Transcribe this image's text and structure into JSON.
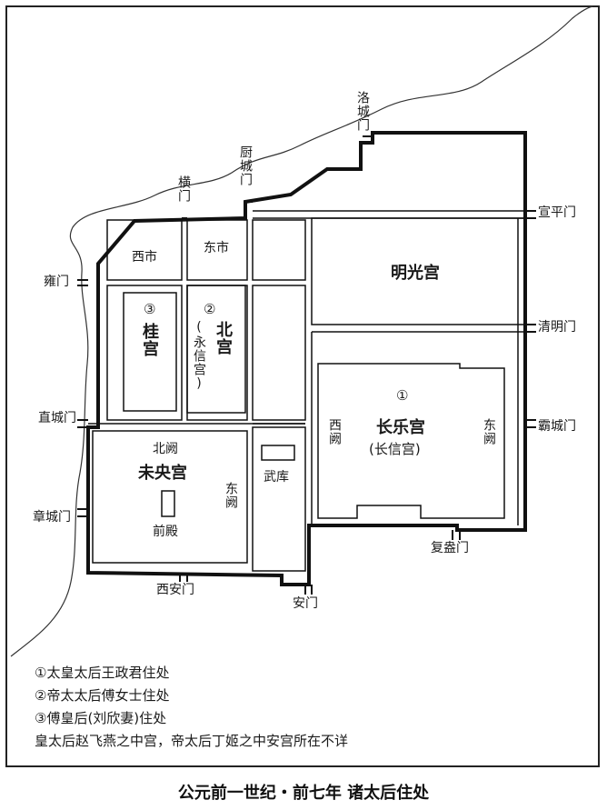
{
  "gates": {
    "luocheng": "洛城门",
    "chucheng": "厨城门",
    "heng": "横门",
    "yong": "雍门",
    "zhicheng": "直城门",
    "zhangcheng": "章城门",
    "xian": "西安门",
    "an": "安门",
    "fuang": "复盎门",
    "bacheng": "霸城门",
    "qingming": "清明门",
    "xuanping": "宣平门"
  },
  "areas": {
    "xishi": "西市",
    "dongshi": "东市",
    "mingguang": "明光宫",
    "gui_num": "③",
    "gui": "桂宫",
    "bei_num": "②",
    "bei": "北宫",
    "bei_sub": "(永信宫)",
    "changle_num": "①",
    "changle": "长乐宫",
    "changle_sub": "(长信宫)",
    "changle_west": "西阙",
    "changle_east": "东阙",
    "weiyang": "未央宫",
    "weiyang_north": "北阙",
    "weiyang_east": "东阙",
    "qiandian": "前殿",
    "wuku": "武库"
  },
  "legend": [
    "①太皇太后王政君住处",
    "②帝太太后傅女士住处",
    "③傅皇后(刘欣妻)住处",
    "皇太后赵飞燕之中宫，帝太后丁姬之中安宫所在不详"
  ],
  "caption": "公元前一世纪・前七年 诸太后住处"
}
